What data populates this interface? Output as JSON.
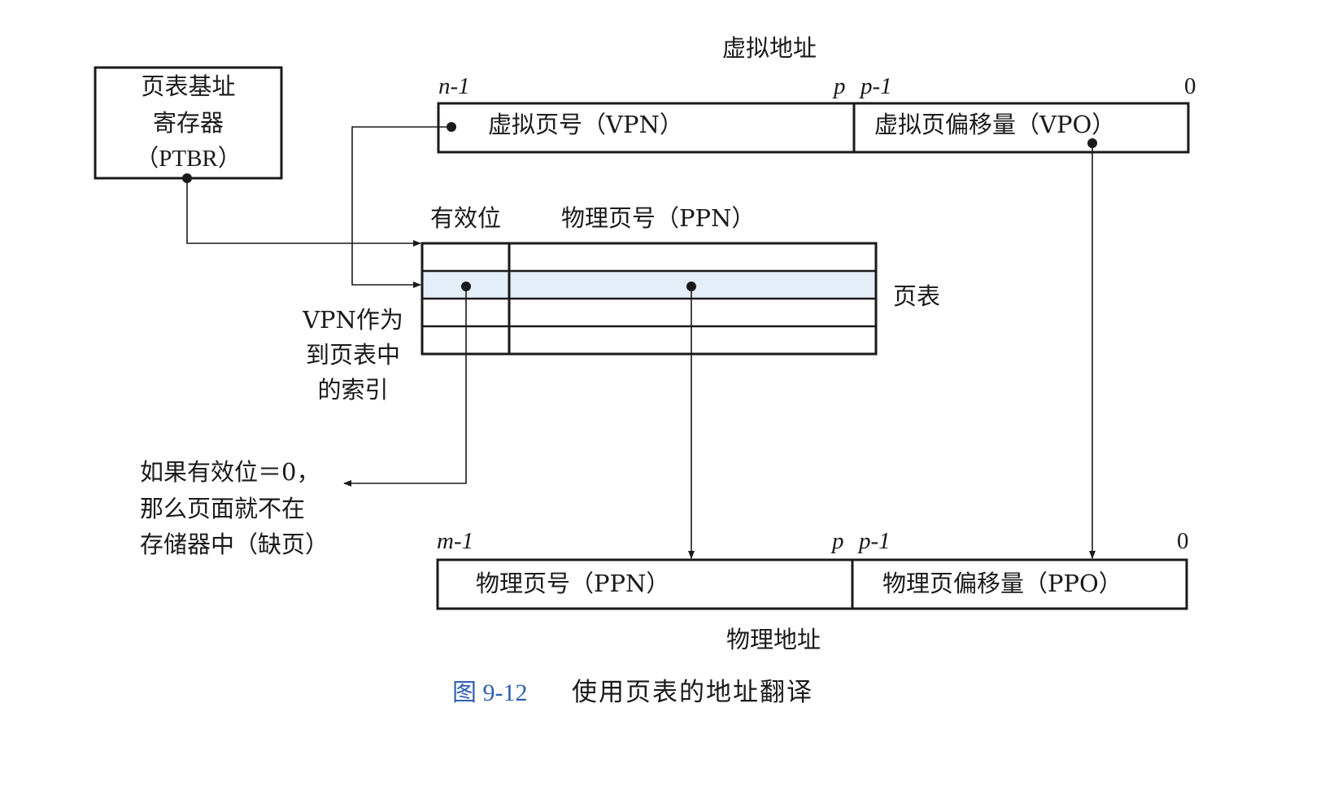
{
  "ptbr": {
    "line1": "页表基址",
    "line2": "寄存器",
    "line3": "（PTBR）"
  },
  "virtual_address": {
    "title": "虚拟地址",
    "bit_high": "n-1",
    "bit_p": "p",
    "bit_p_minus_1": "p-1",
    "bit_zero": "0",
    "vpn_label": "虚拟页号（VPN）",
    "vpo_label": "虚拟页偏移量（VPO）"
  },
  "page_table": {
    "title": "页表",
    "valid_header": "有效位",
    "ppn_header": "物理页号（PPN）",
    "highlight_color": "#e4eef8"
  },
  "vpn_note": {
    "line1": "VPN作为",
    "line2": "到页表中",
    "line3": "的索引"
  },
  "fault_note": {
    "line1": "如果有效位＝0，",
    "line2": "那么页面就不在",
    "line3": "存储器中（缺页）"
  },
  "physical_address": {
    "title": "物理地址",
    "bit_high": "m-1",
    "bit_p": "p",
    "bit_p_minus_1": "p-1",
    "bit_zero": "0",
    "ppn_label": "物理页号（PPN）",
    "ppo_label": "物理页偏移量（PPO）"
  },
  "caption": {
    "figure_number": "图 9-12",
    "title": "使用页表的地址翻译",
    "color": "#2f5fae"
  }
}
